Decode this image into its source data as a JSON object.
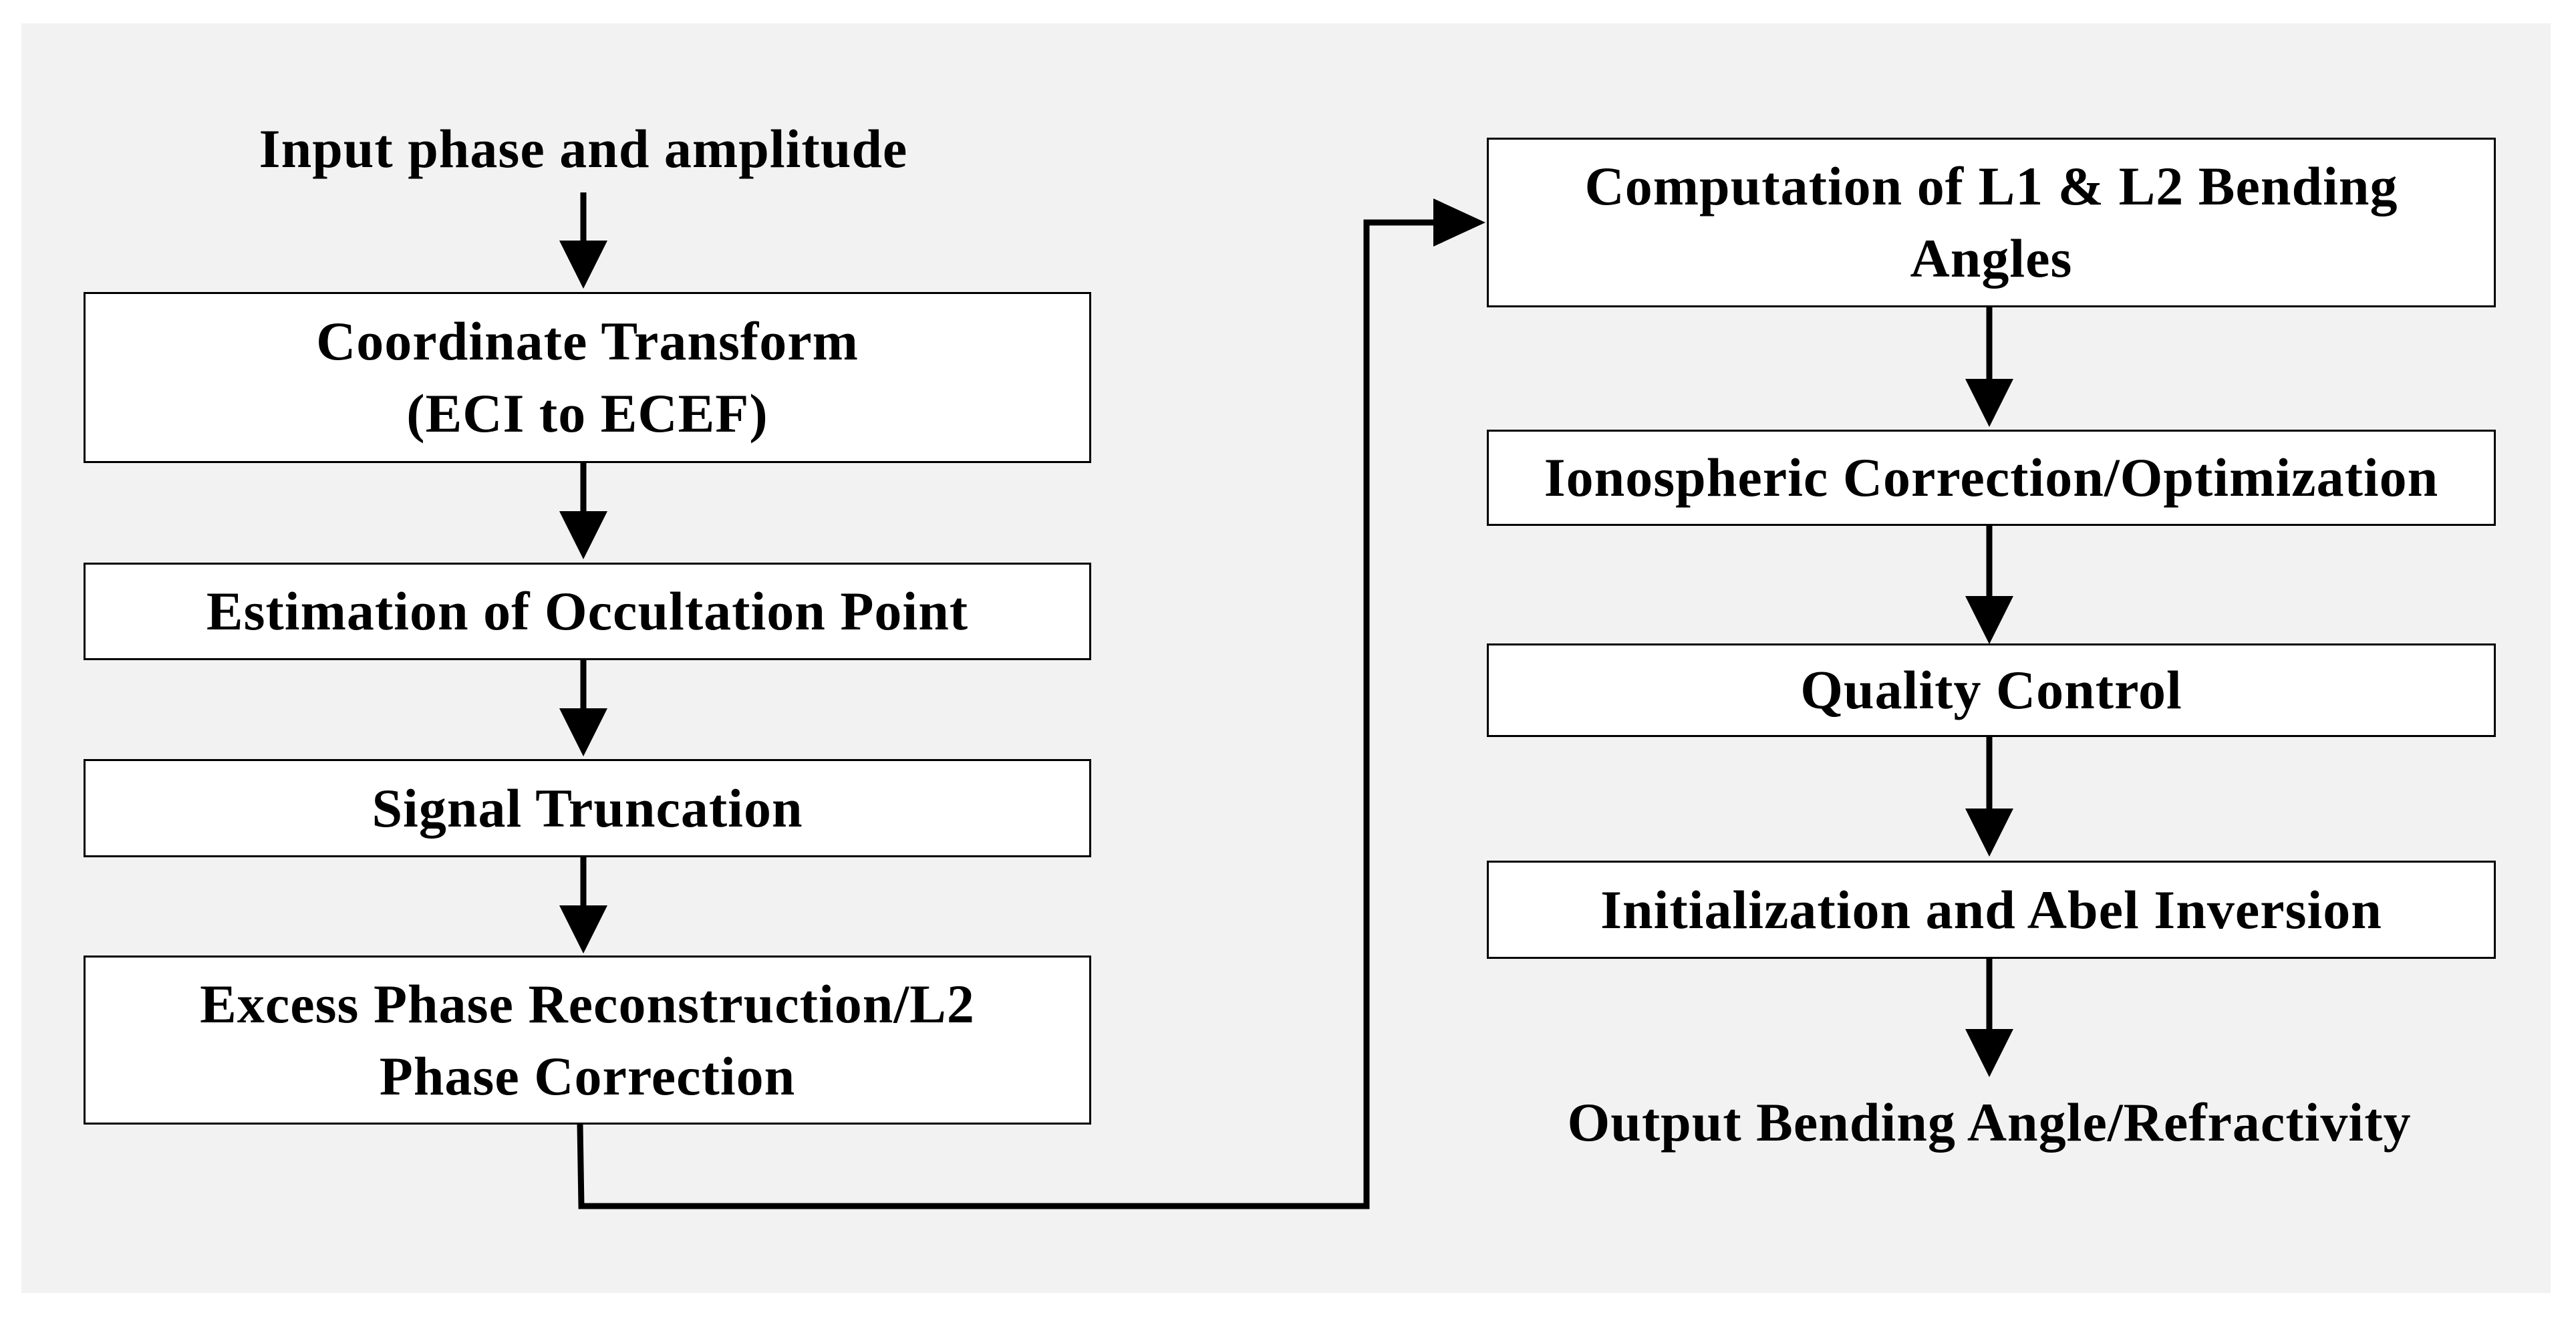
{
  "flowchart": {
    "input_label": "Input phase and amplitude",
    "left_steps": [
      {
        "line1": "Coordinate Transform",
        "line2": "(ECI to ECEF)"
      },
      {
        "line1": "Estimation of Occultation Point"
      },
      {
        "line1": "Signal Truncation"
      },
      {
        "line1": "Excess Phase Reconstruction/L2",
        "line2": "Phase Correction"
      }
    ],
    "right_steps": [
      {
        "line1": "Computation of L1 & L2 Bending",
        "line2": "Angles"
      },
      {
        "line1": "Ionospheric Correction/Optimization"
      },
      {
        "line1": "Quality Control"
      },
      {
        "line1": "Initialization and Abel Inversion"
      }
    ],
    "output_label": "Output Bending Angle/Refractivity"
  }
}
